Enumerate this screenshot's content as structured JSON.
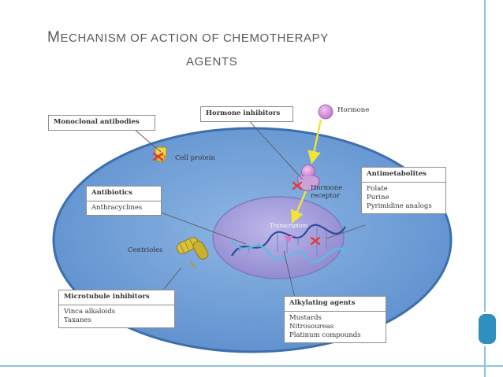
{
  "slide": {
    "title_line1_initial": "M",
    "title_line1_rest": "ECHANISM OF ACTION OF CHEMOTHERAPY",
    "title_line2": "AGENTS"
  },
  "figure": {
    "cell_labels": {
      "cell_protein": "Cell protein",
      "hormone": "Hormone",
      "hormone_receptor_line1": "Hormone",
      "hormone_receptor_line2": "receptor",
      "transcription": "Transcription",
      "centrioles": "Centrioles"
    },
    "boxes": {
      "monoclonal": {
        "heading": "Monoclonal antibodies"
      },
      "hormone_inhibitors": {
        "heading": "Hormone inhibitors"
      },
      "antimetabolites": {
        "heading": "Antimetabolites",
        "items": [
          "Folate",
          "Purine",
          "Pyrimidine analogs"
        ]
      },
      "antibiotics": {
        "heading": "Antibiotics",
        "items": [
          "Anthracyclines"
        ]
      },
      "microtubule": {
        "heading": "Microtubule inhibitors",
        "items": [
          "Vinca alkaloids",
          "Taxanes"
        ]
      },
      "alkylating": {
        "heading": "Alkylating agents",
        "items": [
          "Mustards",
          "Nitrosoureas",
          "Platinum compounds"
        ]
      }
    },
    "colors": {
      "cytoplasm": "#6f9ed6",
      "cell_membrane": "#3d6fae",
      "nucleus": "#a7a2dc",
      "hormone": "#cf86cf",
      "inhibition_mark": "#e33b33",
      "arrow": "#f2e33a"
    }
  }
}
